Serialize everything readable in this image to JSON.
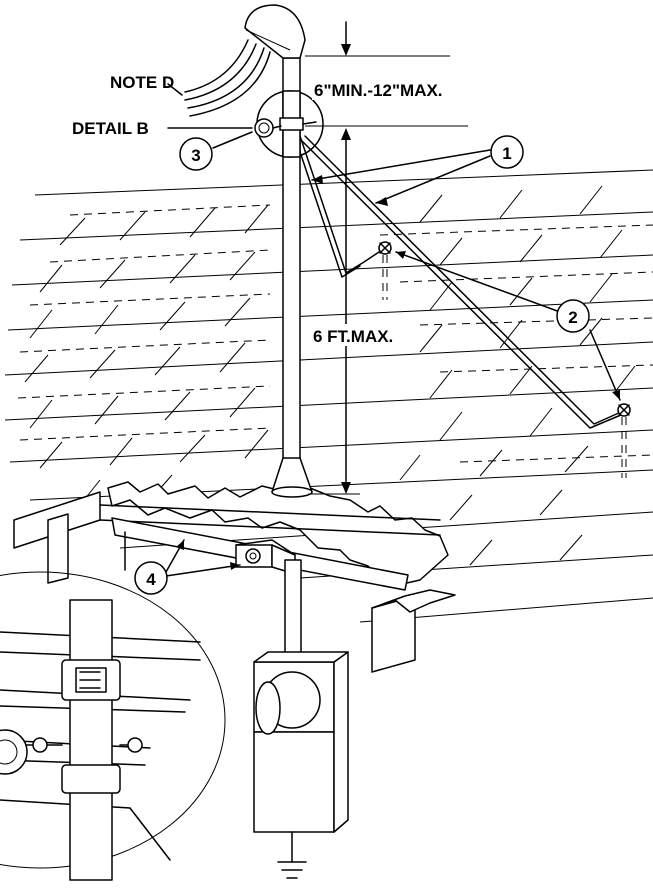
{
  "labels": {
    "note_d": "NOTE D",
    "detail_b": "DETAIL B",
    "dim_clearance": "6\"MIN.-12\"MAX.",
    "dim_height": "6 FT.MAX."
  },
  "callouts": [
    "1",
    "2",
    "3",
    "4"
  ]
}
